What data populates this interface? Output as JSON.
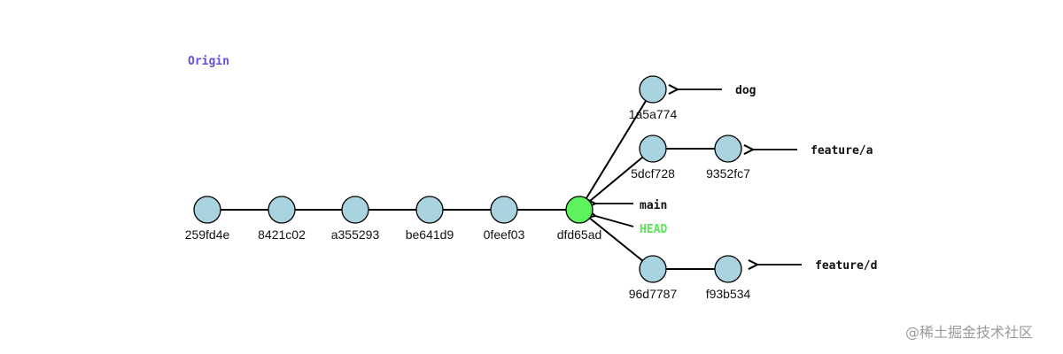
{
  "origin_label": "Origin",
  "watermark": "@稀土掘金技术社区",
  "colors": {
    "commit_fill": "#a8d3df",
    "head_commit_fill": "#5cf35c",
    "stroke": "#000000",
    "origin": "#6a4fd8",
    "head": "#5ce65c",
    "ref": "#111111"
  },
  "commits": [
    {
      "id": "c1",
      "hash": "259fd4e"
    },
    {
      "id": "c2",
      "hash": "8421c02"
    },
    {
      "id": "c3",
      "hash": "a355293"
    },
    {
      "id": "c4",
      "hash": "be641d9"
    },
    {
      "id": "c5",
      "hash": "0feef03"
    },
    {
      "id": "c6",
      "hash": "dfd65ad",
      "is_head": true
    },
    {
      "id": "d1",
      "hash": "1a5a774"
    },
    {
      "id": "a1",
      "hash": "5dcf728"
    },
    {
      "id": "a2",
      "hash": "9352fc7"
    },
    {
      "id": "f1",
      "hash": "96d7787"
    },
    {
      "id": "f2",
      "hash": "f93b534"
    }
  ],
  "edges": [
    [
      "c1",
      "c2"
    ],
    [
      "c2",
      "c3"
    ],
    [
      "c3",
      "c4"
    ],
    [
      "c4",
      "c5"
    ],
    [
      "c5",
      "c6"
    ],
    [
      "c6",
      "d1"
    ],
    [
      "c6",
      "a1"
    ],
    [
      "a1",
      "a2"
    ],
    [
      "c6",
      "f1"
    ],
    [
      "f1",
      "f2"
    ]
  ],
  "refs": [
    {
      "id": "r-dog",
      "label": "dog",
      "target": "d1"
    },
    {
      "id": "r-feature-a",
      "label": "feature/a",
      "target": "a2"
    },
    {
      "id": "r-main",
      "label": "main",
      "target": "c6"
    },
    {
      "id": "r-head",
      "label": "HEAD",
      "target": "c6",
      "is_head": true
    },
    {
      "id": "r-feature-d",
      "label": "feature/d",
      "target": "f2"
    }
  ]
}
